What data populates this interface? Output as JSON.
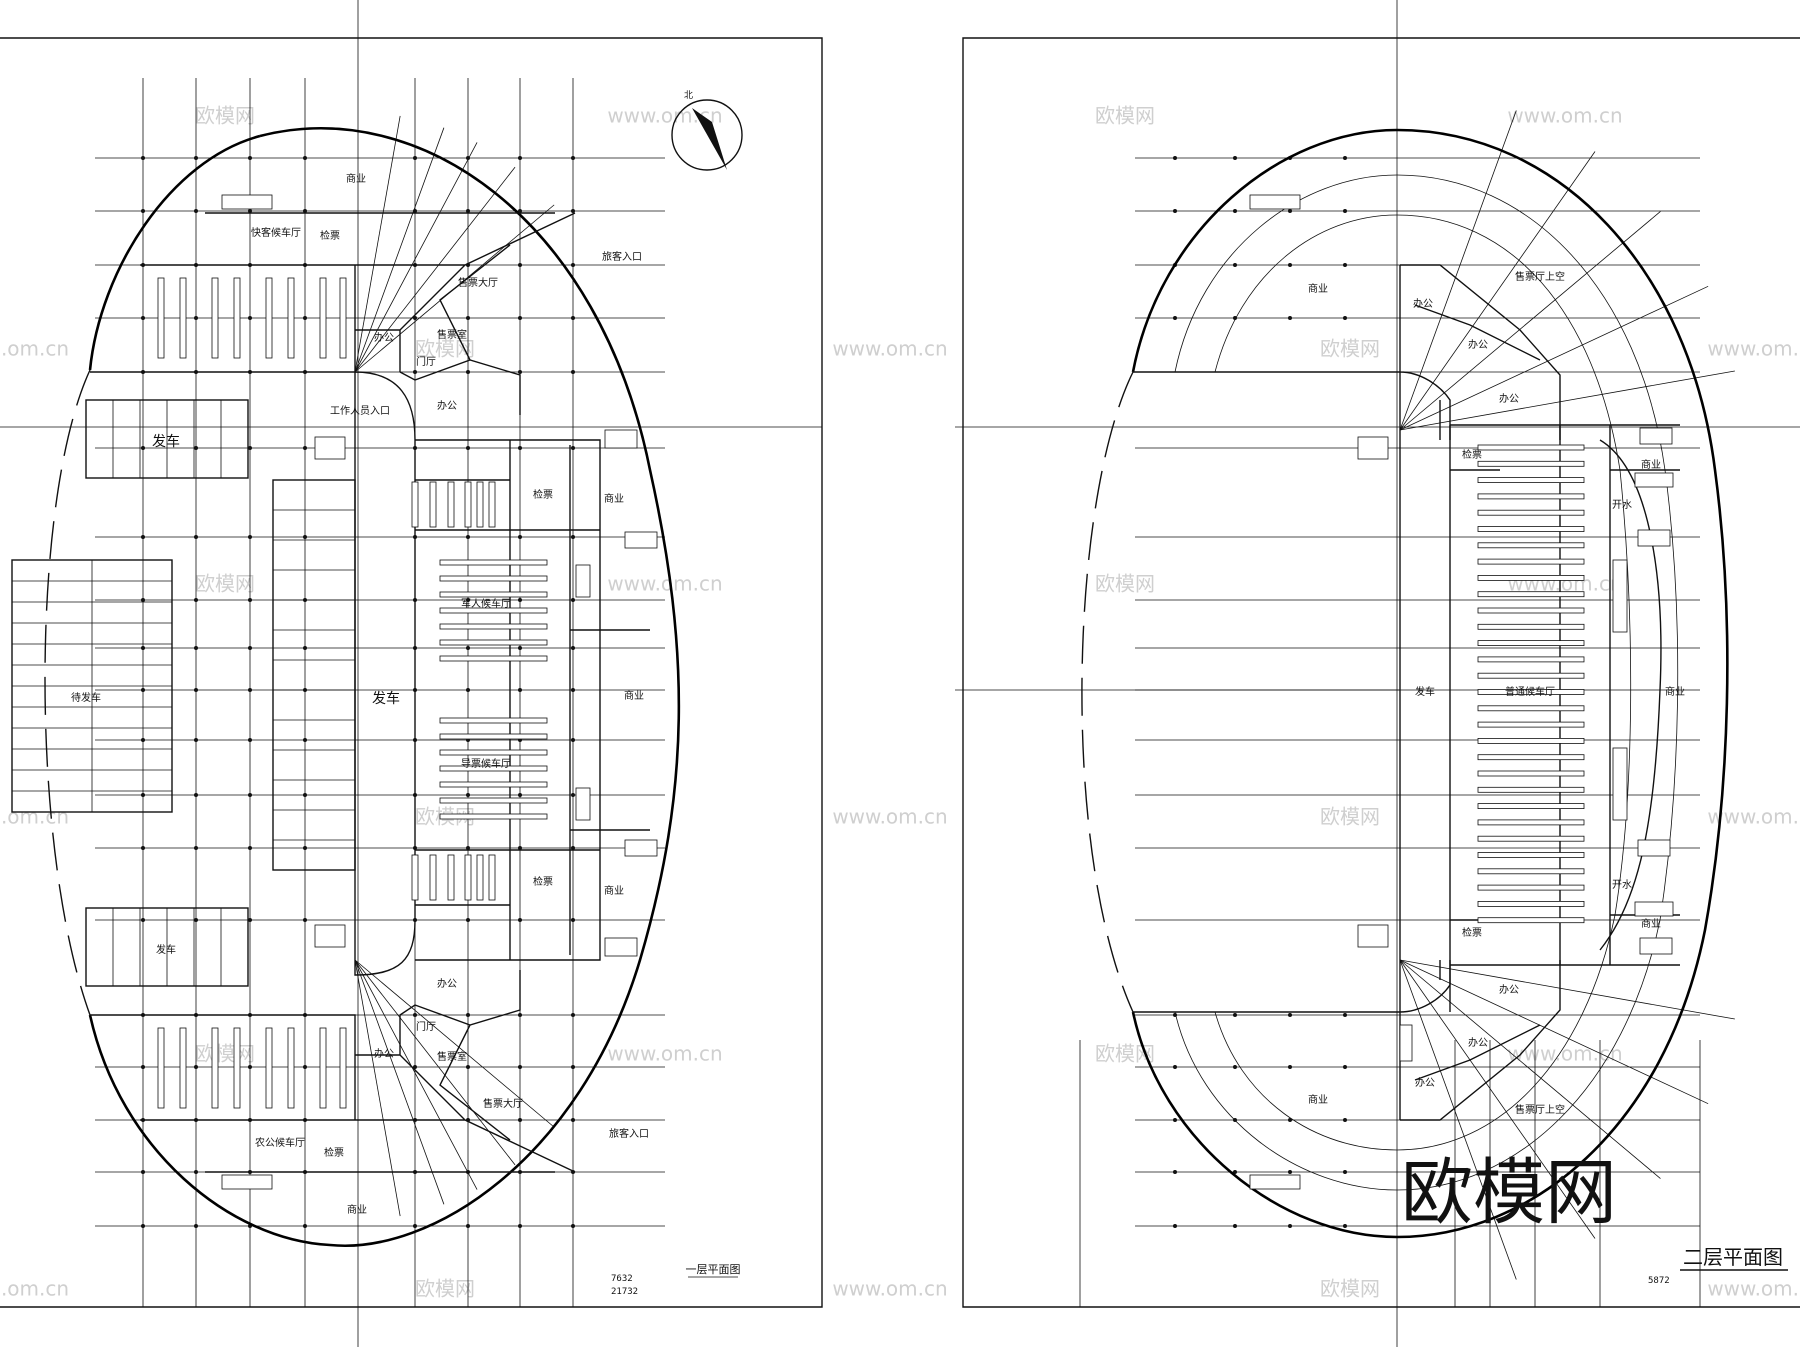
{
  "drawing": {
    "logo": "欧模网",
    "watermark_cn": "欧模网",
    "watermark_url": "www.om.cn",
    "watermark_edge": ".om.cn"
  },
  "plan1": {
    "title": "一层平面图",
    "scale_a": "7632",
    "scale_b": "21732",
    "north": "北",
    "rooms": {
      "shangye_top": "商业",
      "kuaike": "快客候车厅",
      "jianpiao_top": "检票",
      "shoupiao_dating_top": "售票大厅",
      "lvke_rukou_top": "旅客入口",
      "shoupiao_shi_top": "售票室",
      "bangong_a": "办公",
      "menting_top": "门厅",
      "gongzuo_rukou": "工作人员入口",
      "bangong_b": "办公",
      "fache_top": "发车",
      "jianpiao_mid_top": "检票",
      "shangye_right_top": "商业",
      "junren_houche": "军人候车厅",
      "daifache": "待发车",
      "fache_center": "发车",
      "shangye_right_mid": "商业",
      "guobiao_houche": "导票候车厅",
      "jianpiao_mid_bot": "检票",
      "shangye_right_bot": "商业",
      "fache_bottom": "发车",
      "bangong_c": "办公",
      "menting_bot": "门厅",
      "bangong_d": "办公",
      "shoupiao_shi_bot": "售票室",
      "shoupiao_dating_bot": "售票大厅",
      "lvke_rukou_bot": "旅客入口",
      "nonggong": "农公候车厅",
      "jianpiao_bot": "检票",
      "shangye_bottom": "商业"
    }
  },
  "plan2": {
    "title": "二层平面图",
    "scale": "5872",
    "rooms": {
      "shangye_left_top": "商业",
      "bangong_1": "办公",
      "shoupiaoting_top": "售票厅上空",
      "bangong_2": "办公",
      "bangong_3": "办公",
      "jianpiao_top": "检票",
      "shangye_rt": "商业",
      "kaishui_top": "开水",
      "fache": "发车",
      "putong_houche": "普通候车厅",
      "shangye_rm": "商业",
      "kaishui_bot": "开水",
      "shangye_rb": "商业",
      "jianpiao_bot": "检票",
      "bangong_4": "办公",
      "bangong_5": "办公",
      "bangong_6": "办公",
      "shoupiaoting_bot": "售票厅上空",
      "shangye_left_bot": "商业"
    }
  }
}
